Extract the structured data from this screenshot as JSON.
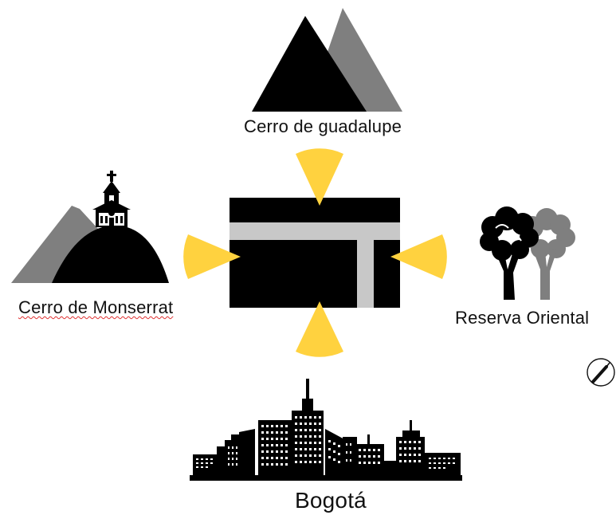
{
  "labels": {
    "guadalupe": "Cerro de guadalupe",
    "monserrat": "Cerro de Monserrat",
    "reserva": "Reserva Oriental",
    "bogota": "Bogotá"
  },
  "colors": {
    "black": "#000000",
    "gray": "#7f7f7f",
    "light_gray": "#c8c8c8",
    "yellow": "#ffd23f",
    "white": "#ffffff",
    "spellcheck_underline": "#e03131"
  },
  "icons": [
    "mountain-icon",
    "chapel-icon",
    "tree-icon",
    "city-skyline-icon",
    "road-map-block-icon",
    "cursor-tool-icon"
  ]
}
